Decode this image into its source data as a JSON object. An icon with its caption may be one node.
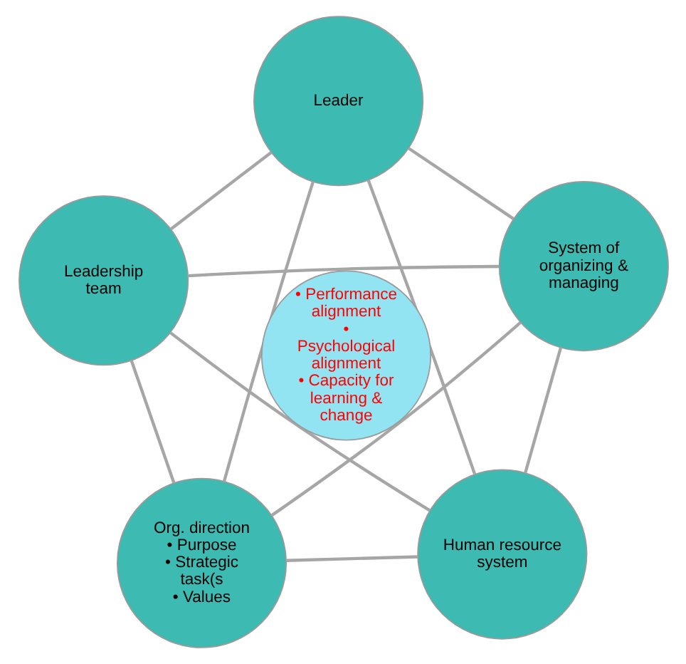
{
  "diagram": {
    "nodes": [
      {
        "text": [
          "Org. direction",
          "• Purpose",
          "• Strategic task(s",
          "• Values"
        ]
      },
      {
        "text": [
          "Human resource system"
        ]
      },
      {
        "text": [
          "• Performance alignment",
          "• Psychological alignment",
          "• Capacity for learning & change"
        ]
      },
      {
        "text": [
          "Leader"
        ]
      },
      {
        "text": [
          "System of organizing & managing"
        ]
      },
      {
        "text": [
          "Leadership team"
        ]
      }
    ],
    "edges": [
      {
        "from": 0,
        "to": 3,
        "arrow": "none"
      },
      {
        "from": 3,
        "to": 5,
        "arrow": "none"
      },
      {
        "from": 5,
        "to": 4,
        "arrow": "none"
      },
      {
        "from": 4,
        "to": 1,
        "arrow": "none"
      },
      {
        "from": 1,
        "to": 0,
        "arrow": "none"
      },
      {
        "from": 0,
        "to": 4,
        "arrow": "none"
      },
      {
        "from": 0,
        "to": 5,
        "arrow": "none"
      },
      {
        "from": 1,
        "to": 3,
        "arrow": "none"
      },
      {
        "from": 1,
        "to": 5,
        "arrow": "none"
      },
      {
        "from": 3,
        "to": 4,
        "arrow": "none"
      }
    ]
  }
}
